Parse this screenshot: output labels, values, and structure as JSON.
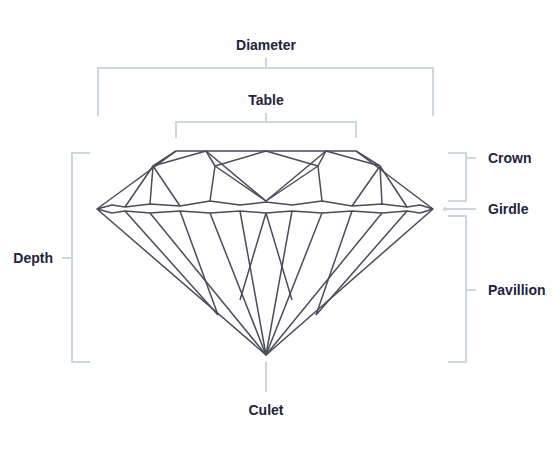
{
  "diagram": {
    "labels": [
      "Diameter",
      "Table",
      "Crown",
      "Girdle",
      "Depth",
      "Pavillion",
      "Culet"
    ]
  }
}
